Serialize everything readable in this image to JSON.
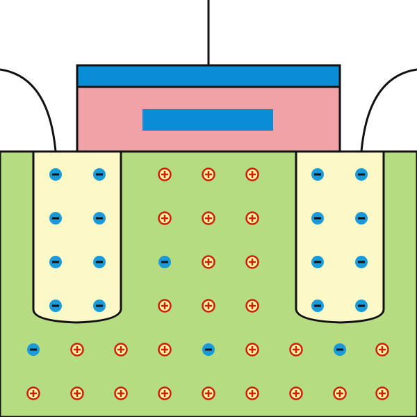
{
  "colors": {
    "background": "#ffffff",
    "substrate": "#b5dc80",
    "well": "#fcf8c8",
    "gate_insulator": "#f0a2a6",
    "metal": "#0a8cd6",
    "outline": "#111111",
    "positive_fill": "#fff89c",
    "positive_ring": "#d01c10",
    "positive_sign": "#d01c10",
    "negative_fill": "#1a9ad8",
    "negative_sign": "#111111"
  },
  "charges": {
    "left_well": [
      "negative",
      "negative",
      "negative",
      "negative",
      "negative",
      "negative",
      "negative",
      "negative"
    ],
    "channel": [
      "positive",
      "positive",
      "positive",
      "positive",
      "positive",
      "positive",
      "negative",
      "positive",
      "positive",
      "positive",
      "positive",
      "positive"
    ],
    "right_well": [
      "negative",
      "negative",
      "negative",
      "negative",
      "negative",
      "negative",
      "negative",
      "negative"
    ],
    "bulk_row_1": [
      "negative",
      "positive",
      "positive",
      "positive",
      "negative",
      "positive",
      "positive",
      "negative",
      "positive"
    ],
    "bulk_row_2": [
      "positive",
      "positive",
      "positive",
      "positive",
      "positive",
      "positive",
      "positive",
      "positive",
      "positive"
    ]
  }
}
